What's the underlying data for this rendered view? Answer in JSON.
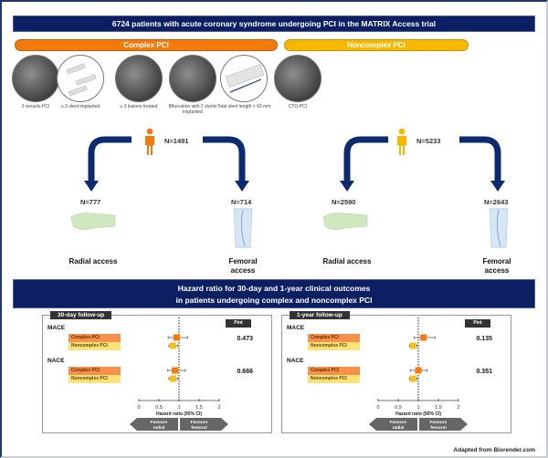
{
  "header": {
    "title": "6724 patients with acute coronary syndrome undergoing PCI in the MATRIX Access trial",
    "groups": [
      {
        "label": "Complex PCI",
        "color": "#f47a0c"
      },
      {
        "label": "Noncomplex PCI",
        "color": "#f8b800"
      }
    ]
  },
  "criteria": [
    {
      "label": "3 vessels PCI",
      "icon": "angiogram-image"
    },
    {
      "label": "≥ 3 stent implanted",
      "icon": "stents-image"
    },
    {
      "label": "≥ 3 lesions treated",
      "icon": "angiogram-image"
    },
    {
      "label": "Bifurcation with 2 stents implanted",
      "icon": "angiogram-image"
    },
    {
      "label": "Total stent length > 60 mm",
      "icon": "long-stent-image"
    },
    {
      "label": "CTO-PCI",
      "icon": "angiogram-image"
    }
  ],
  "flow": {
    "complex": {
      "total": "N=1491",
      "radial": "N=777",
      "femoral": "N=714"
    },
    "noncomplex": {
      "total": "N=5233",
      "radial": "N=2590",
      "femoral": "N=2643"
    },
    "radial_label": "Radial access",
    "femoral_label": "Femoral access",
    "arrow_color": "#0d2a6e"
  },
  "hr_section": {
    "title_line1": "Hazard ratio for 30-day and 1-year clinical outcomes",
    "title_line2": "in patients undergoing complex and noncomplex PCI"
  },
  "chart_data": [
    {
      "type": "forest",
      "title": "30-day follow-up",
      "xlabel": "Hazard ratio (95% CI)",
      "xlim": [
        0,
        2
      ],
      "xticks": [
        "0",
        "0,5",
        "1",
        "1,5",
        "2"
      ],
      "reference_line": 1,
      "favours_left": "Favours radial",
      "favours_right": "Favours femoral",
      "pint_label": "Pint",
      "outcomes": [
        {
          "name": "MACE",
          "p_int": "0.473",
          "rows": [
            {
              "group": "Complex PCI",
              "hr": 0.94,
              "ci": [
                0.73,
                1.22
              ]
            },
            {
              "group": "Noncomplex PCI",
              "hr": 0.85,
              "ci": [
                0.75,
                0.97
              ]
            }
          ]
        },
        {
          "name": "NACE",
          "p_int": "0.666",
          "rows": [
            {
              "group": "Complex PCI",
              "hr": 0.9,
              "ci": [
                0.72,
                1.16
              ]
            },
            {
              "group": "Noncomplex PCI",
              "hr": 0.85,
              "ci": [
                0.75,
                0.97
              ]
            }
          ]
        }
      ]
    },
    {
      "type": "forest",
      "title": "1-year follow-up",
      "xlabel": "Hazard ratio (95% CI)",
      "xlim": [
        0,
        2
      ],
      "xticks": [
        "0",
        "0,5",
        "1",
        "1,5",
        "2"
      ],
      "reference_line": 1,
      "favours_left": "Favours radial",
      "favours_right": "Favours femoral",
      "pint_label": "Pint",
      "outcomes": [
        {
          "name": "MACE",
          "p_int": "0.135",
          "rows": [
            {
              "group": "Complex PCI",
              "hr": 1.13,
              "ci": [
                0.9,
                1.42
              ]
            },
            {
              "group": "Noncomplex PCI",
              "hr": 0.87,
              "ci": [
                0.78,
                0.97
              ]
            }
          ]
        },
        {
          "name": "NACE",
          "p_int": "0.351",
          "rows": [
            {
              "group": "Complex PCI",
              "hr": 1.0,
              "ci": [
                0.8,
                1.22
              ]
            },
            {
              "group": "Noncomplex PCI",
              "hr": 0.87,
              "ci": [
                0.78,
                0.97
              ]
            }
          ]
        }
      ]
    }
  ],
  "colors": {
    "complex": "#f47a0c",
    "noncomplex": "#f8c21a",
    "navy": "#0d1f63"
  },
  "credit": "Adapted from Biorender.com"
}
